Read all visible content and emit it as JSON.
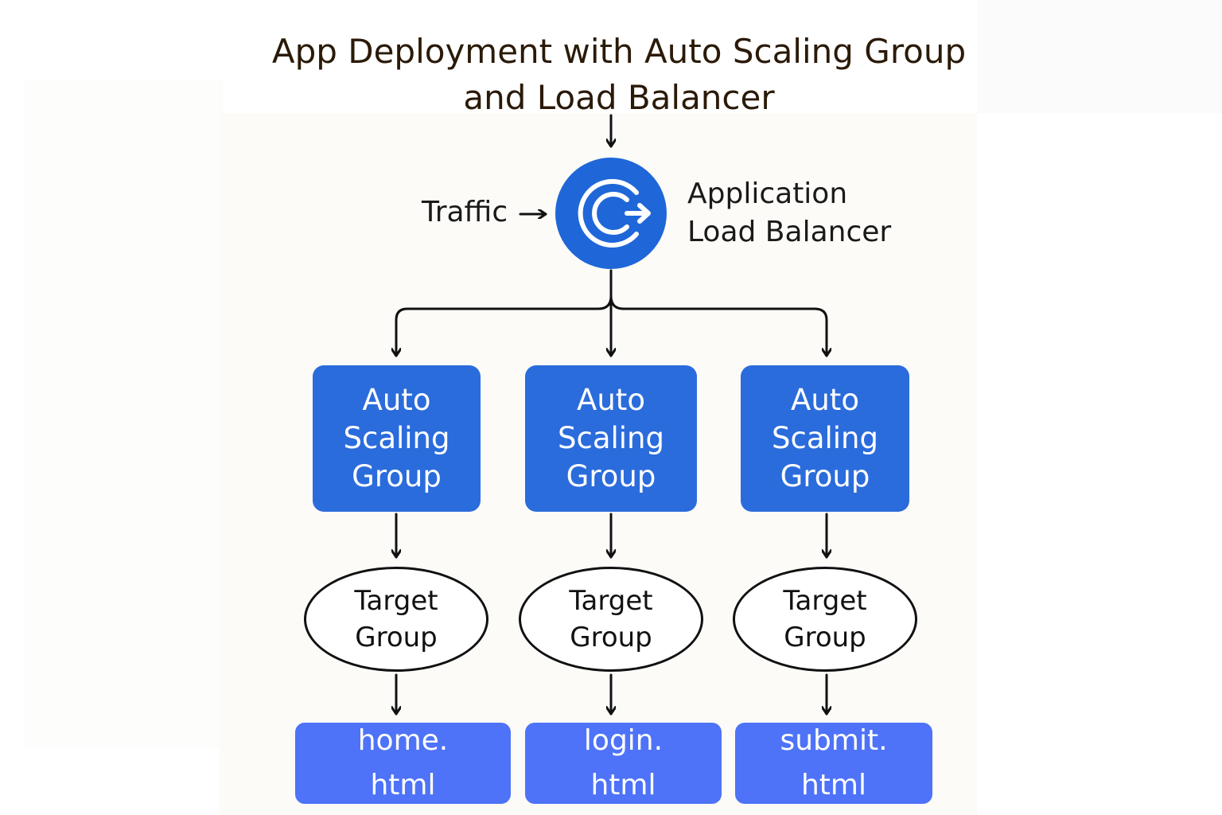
{
  "title": {
    "line1": "App Deployment with Auto Scaling Group",
    "line2": "and Load Balancer"
  },
  "traffic": {
    "label": "Traffic"
  },
  "load_balancer": {
    "icon": "load-balancer-icon",
    "line1": "Application",
    "line2": "Load Balancer"
  },
  "groups": [
    {
      "asg": {
        "line1": "Auto",
        "line2": "Scaling",
        "line3": "Group"
      },
      "target": {
        "line1": "Target",
        "line2": "Group"
      },
      "page": {
        "line1": "home.",
        "line2": "html"
      }
    },
    {
      "asg": {
        "line1": "Auto",
        "line2": "Scaling",
        "line3": "Group"
      },
      "target": {
        "line1": "Target",
        "line2": "Group"
      },
      "page": {
        "line1": "login.",
        "line2": "html"
      }
    },
    {
      "asg": {
        "line1": "Auto",
        "line2": "Scaling",
        "line3": "Group"
      },
      "target": {
        "line1": "Target",
        "line2": "Group"
      },
      "page": {
        "line1": "submit.",
        "line2": "html"
      }
    }
  ],
  "colors": {
    "title": "#2b1a08",
    "load_balancer": "#1f67d8",
    "auto_scaling_group": "#2b6cdc",
    "page_box": "#4e73f8",
    "connector": "#111111"
  }
}
